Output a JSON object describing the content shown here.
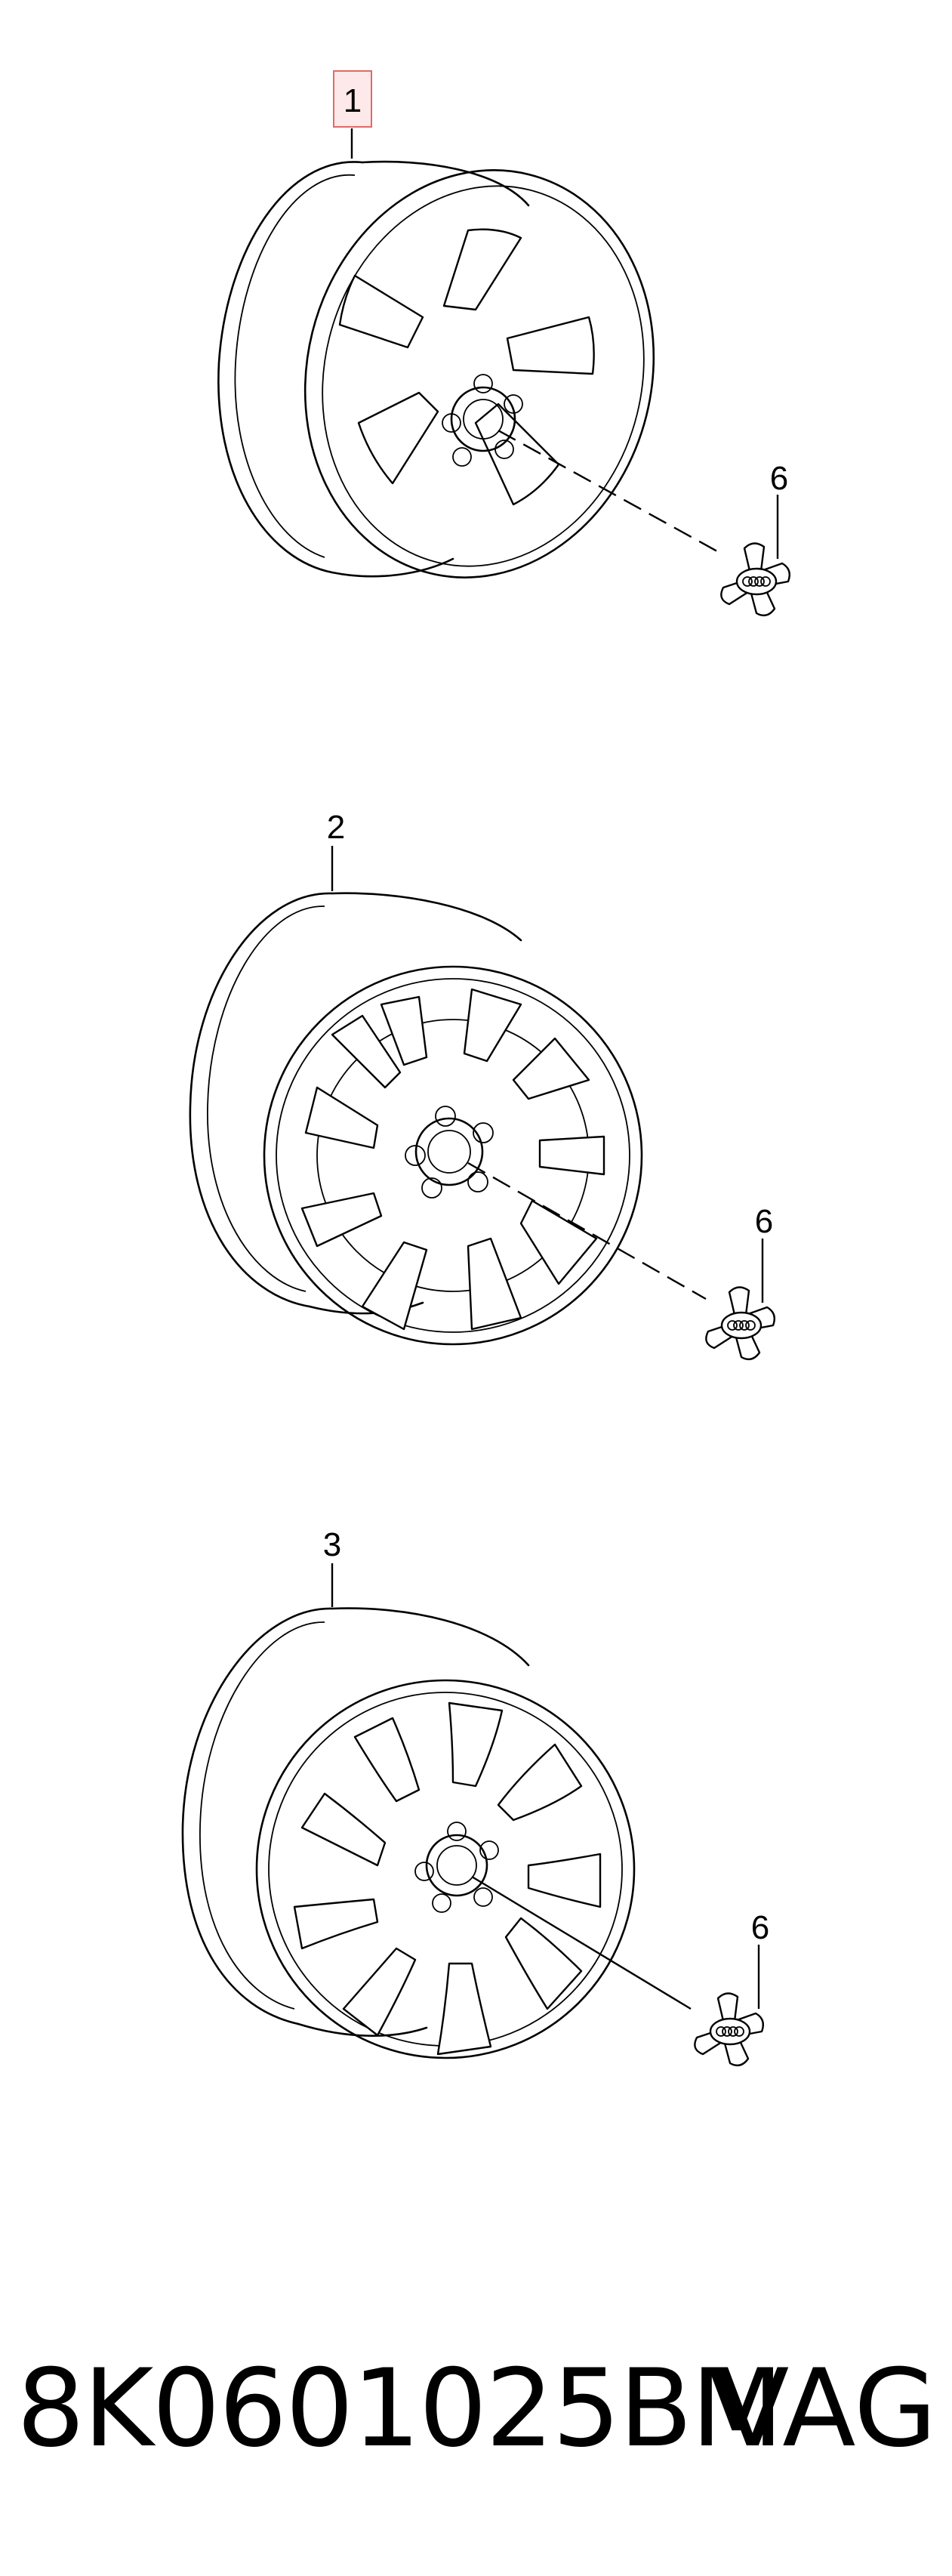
{
  "diagram": {
    "callouts": [
      "1",
      "2",
      "3",
      "6",
      "6",
      "6"
    ],
    "highlighted_callout": "1",
    "highlight_color": "#e06a6a"
  },
  "footer": {
    "part_number": "8K0601025BM",
    "brand": "VAG"
  }
}
